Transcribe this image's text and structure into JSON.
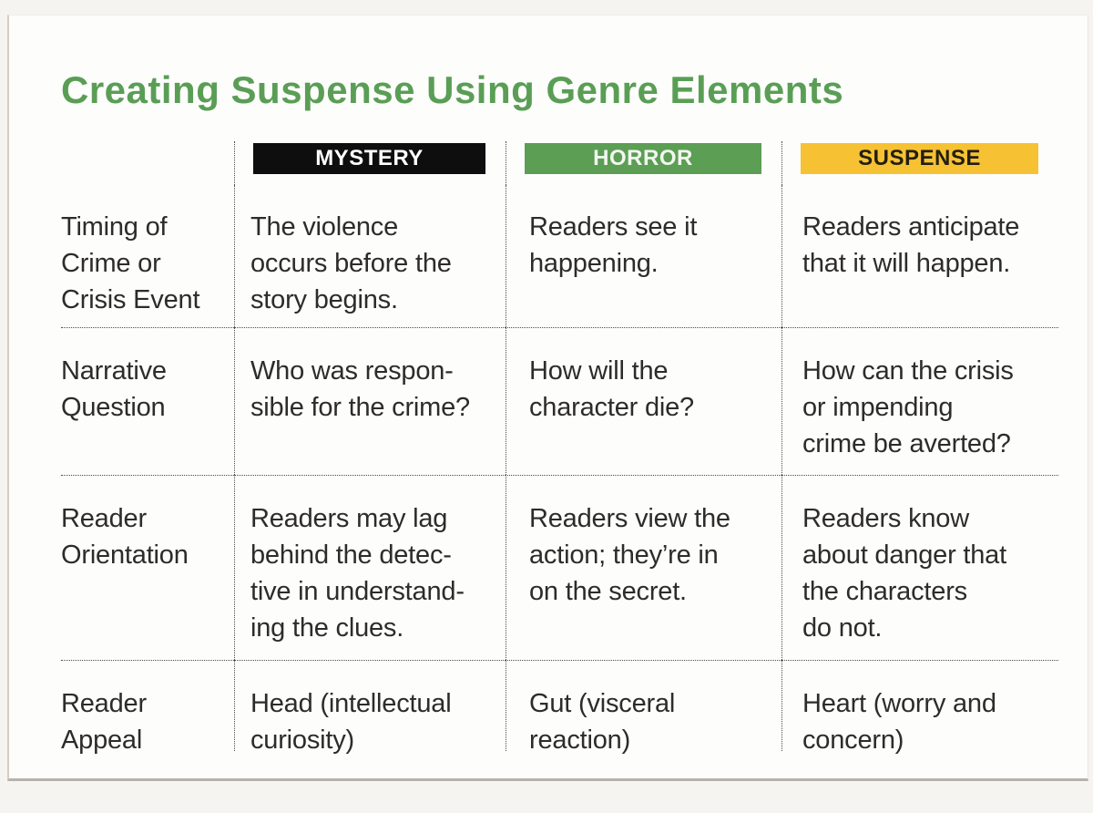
{
  "title": "Creating Suspense Using Genre Elements",
  "colors": {
    "page_bg": "#f5f4f1",
    "card_bg": "#fdfdfc",
    "title_green": "#5a9e55",
    "text": "#2d2c2a",
    "mystery_bg": "#0e0e0e",
    "mystery_fg": "#ffffff",
    "horror_bg": "#5b9e54",
    "horror_fg": "#f2f7f0",
    "suspense_bg": "#f6c233",
    "suspense_fg": "#241e0f"
  },
  "table": {
    "columns": [
      {
        "key": "mystery",
        "label": "MYSTERY"
      },
      {
        "key": "horror",
        "label": "HORROR"
      },
      {
        "key": "suspense",
        "label": "SUSPENSE"
      }
    ],
    "rows": [
      {
        "label": "Timing of\nCrime or\nCrisis Event",
        "cells": [
          "The violence\noccurs before the\nstory begins.",
          "Readers see it\nhappening.",
          "Readers anticipate\nthat it will happen."
        ]
      },
      {
        "label": "Narrative\nQuestion",
        "cells": [
          "Who was respon-\nsible for the crime?",
          "How will the\ncharacter die?",
          "How can the crisis\nor impending\ncrime be averted?"
        ]
      },
      {
        "label": "Reader\nOrientation",
        "cells": [
          "Readers may lag\nbehind the detec-\ntive in understand-\ning the clues.",
          "Readers view the\naction; they’re in\non the secret.",
          "Readers know\nabout danger that\nthe characters\ndo not."
        ]
      },
      {
        "label": "Reader\nAppeal",
        "cells": [
          "Head (intellectual\ncuriosity)",
          "Gut (visceral\nreaction)",
          "Heart (worry and\nconcern)"
        ]
      }
    ]
  }
}
